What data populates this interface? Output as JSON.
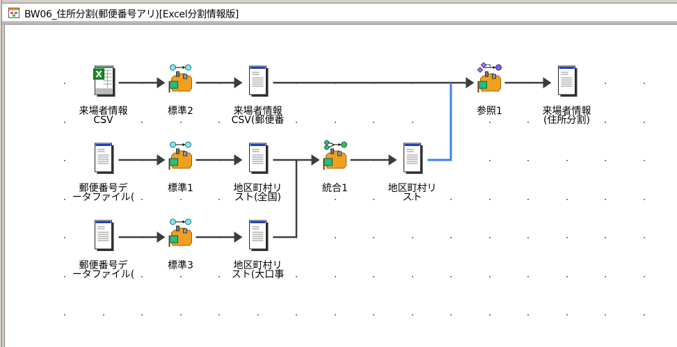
{
  "window": {
    "title": "BW06_住所分割(郵便番号アリ)[Excel分割情報版]",
    "title_icon": "workflow-app-icon"
  },
  "diagram": {
    "nodes": [
      {
        "id": "n1",
        "type": "excel",
        "icon": "excel-file-icon",
        "col": 1,
        "row": 0,
        "label": [
          "来場者情報",
          "CSV"
        ]
      },
      {
        "id": "n2",
        "type": "process-standard",
        "icon": "process-standard-icon",
        "col": 3,
        "row": 0,
        "label": [
          "標準2"
        ]
      },
      {
        "id": "n3",
        "type": "document",
        "icon": "document-icon",
        "col": 5,
        "row": 0,
        "label": [
          "来場者情報",
          "CSV(郵便番"
        ]
      },
      {
        "id": "n4",
        "type": "process-lookup",
        "icon": "process-lookup-icon",
        "col": 11,
        "row": 0,
        "label": [
          "参照1"
        ]
      },
      {
        "id": "n5",
        "type": "document",
        "icon": "document-icon",
        "col": 13,
        "row": 0,
        "label": [
          "来場者情報",
          "(住所分割)"
        ]
      },
      {
        "id": "n6",
        "type": "document",
        "icon": "document-icon",
        "col": 1,
        "row": 2,
        "label": [
          "郵便番号デ",
          "ータファイル("
        ]
      },
      {
        "id": "n7",
        "type": "process-standard",
        "icon": "process-standard-icon",
        "col": 3,
        "row": 2,
        "label": [
          "標準1"
        ]
      },
      {
        "id": "n8",
        "type": "document",
        "icon": "document-icon",
        "col": 5,
        "row": 2,
        "label": [
          "地区町村リ",
          "スト(全国)"
        ]
      },
      {
        "id": "n9",
        "type": "process-merge",
        "icon": "process-merge-icon",
        "col": 7,
        "row": 2,
        "label": [
          "統合1"
        ]
      },
      {
        "id": "n10",
        "type": "document",
        "icon": "document-icon",
        "col": 9,
        "row": 2,
        "label": [
          "地区町村リ",
          "スト"
        ]
      },
      {
        "id": "n11",
        "type": "document",
        "icon": "document-icon",
        "col": 1,
        "row": 4,
        "label": [
          "郵便番号デ",
          "ータファイル("
        ]
      },
      {
        "id": "n12",
        "type": "process-standard",
        "icon": "process-standard-icon",
        "col": 3,
        "row": 4,
        "label": [
          "標準3"
        ]
      },
      {
        "id": "n13",
        "type": "document",
        "icon": "document-icon",
        "col": 5,
        "row": 4,
        "label": [
          "地区町村リ",
          "スト(大口事"
        ]
      }
    ],
    "edges": [
      {
        "from": "n1",
        "to": "n2"
      },
      {
        "from": "n2",
        "to": "n3"
      },
      {
        "from": "n3",
        "to": "n4"
      },
      {
        "from": "n4",
        "to": "n5"
      },
      {
        "from": "n6",
        "to": "n7"
      },
      {
        "from": "n7",
        "to": "n8"
      },
      {
        "from": "n8",
        "to": "n9"
      },
      {
        "from": "n9",
        "to": "n10"
      },
      {
        "from": "n10",
        "to": "n4",
        "selected": true
      },
      {
        "from": "n11",
        "to": "n12"
      },
      {
        "from": "n12",
        "to": "n13"
      },
      {
        "from": "n13",
        "to": "n9"
      }
    ],
    "colors": {
      "edge": "#3c3c3c",
      "selected_edge": "#3d7ff0",
      "grid_dot": "#555555"
    }
  }
}
